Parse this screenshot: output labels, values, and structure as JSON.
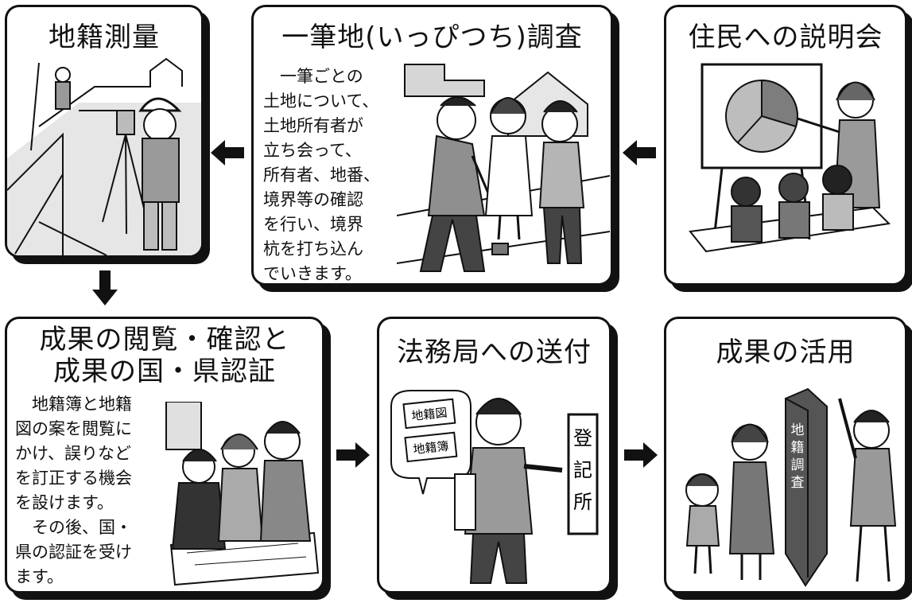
{
  "steps": [
    {
      "title": "地籍測量"
    },
    {
      "title": "一筆地(いっぴつち)調査",
      "text": [
        "一筆ごとの",
        "土地について、",
        "土地所有者が",
        "立ち会って、",
        "所有者、地番、",
        "境界等の確認",
        "を行い、境界",
        "杭を打ち込ん",
        "でいきます。"
      ]
    },
    {
      "title": "住民への説明会"
    },
    {
      "title_lines": [
        "成果の閲覧・確認と",
        "成果の国・県認証"
      ],
      "text": [
        "地籍簿と地籍",
        "図の案を閲覧に",
        "かけ、誤りなど",
        "を訂正する機会",
        "を設けます。",
        "その後、国・",
        "県の認証を受け",
        "ます。"
      ]
    },
    {
      "title": "法務局への送付"
    },
    {
      "title": "成果の活用"
    }
  ],
  "illustration_labels": {
    "map_card": "地籍図",
    "book_card": "地籍簿",
    "office_sign": [
      "登",
      "記",
      "所"
    ],
    "boundary_post": [
      "地",
      "籍",
      "調",
      "査"
    ]
  },
  "colors": {
    "ink": "#111111",
    "paper": "#ffffff",
    "tone": "#cfcfcf",
    "dark_tone": "#8a8a8a"
  }
}
